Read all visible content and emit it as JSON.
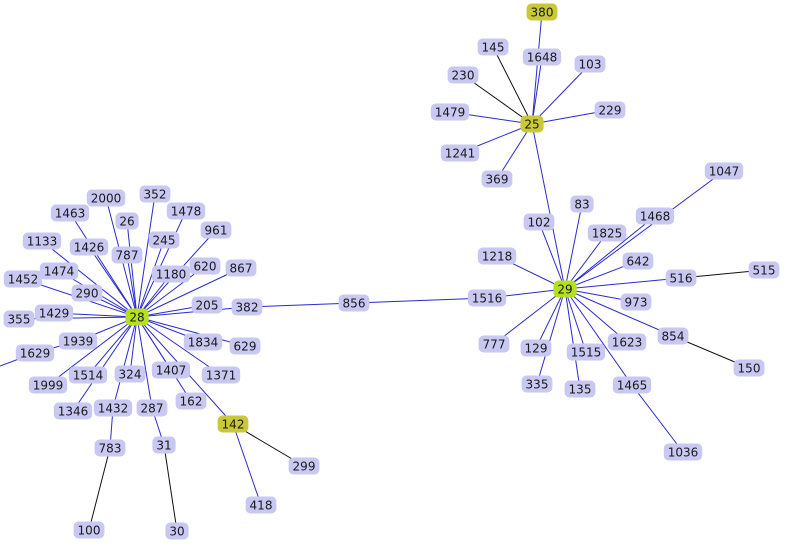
{
  "colors": {
    "background": "#ffffff",
    "node_fill": "#c8c8f2",
    "hub_fill": "#c8c83a",
    "hub_center_fill": "#b4e01e",
    "edge_blue": "#2a2ad0",
    "edge_black": "#111111"
  },
  "nodes": [
    {
      "id": "380",
      "label": "380",
      "kind": "hub"
    },
    {
      "id": "145",
      "label": "145"
    },
    {
      "id": "1648",
      "label": "1648"
    },
    {
      "id": "103",
      "label": "103"
    },
    {
      "id": "230",
      "label": "230"
    },
    {
      "id": "1479",
      "label": "1479"
    },
    {
      "id": "25",
      "label": "25",
      "kind": "hub"
    },
    {
      "id": "229",
      "label": "229"
    },
    {
      "id": "1241",
      "label": "1241"
    },
    {
      "id": "369",
      "label": "369"
    },
    {
      "id": "1047",
      "label": "1047"
    },
    {
      "id": "102",
      "label": "102"
    },
    {
      "id": "83",
      "label": "83"
    },
    {
      "id": "1468",
      "label": "1468"
    },
    {
      "id": "1825",
      "label": "1825"
    },
    {
      "id": "1218",
      "label": "1218"
    },
    {
      "id": "642",
      "label": "642"
    },
    {
      "id": "29",
      "label": "29",
      "kind": "center"
    },
    {
      "id": "516",
      "label": "516"
    },
    {
      "id": "515",
      "label": "515"
    },
    {
      "id": "1516",
      "label": "1516"
    },
    {
      "id": "973",
      "label": "973"
    },
    {
      "id": "856",
      "label": "856"
    },
    {
      "id": "777",
      "label": "777"
    },
    {
      "id": "129",
      "label": "129"
    },
    {
      "id": "1515",
      "label": "1515"
    },
    {
      "id": "1623",
      "label": "1623"
    },
    {
      "id": "854",
      "label": "854"
    },
    {
      "id": "150",
      "label": "150"
    },
    {
      "id": "335",
      "label": "335"
    },
    {
      "id": "135",
      "label": "135"
    },
    {
      "id": "1465",
      "label": "1465"
    },
    {
      "id": "1036",
      "label": "1036"
    },
    {
      "id": "2000",
      "label": "2000"
    },
    {
      "id": "352",
      "label": "352"
    },
    {
      "id": "1463",
      "label": "1463"
    },
    {
      "id": "26",
      "label": "26"
    },
    {
      "id": "1478",
      "label": "1478"
    },
    {
      "id": "1133",
      "label": "1133"
    },
    {
      "id": "1426",
      "label": "1426"
    },
    {
      "id": "787",
      "label": "787"
    },
    {
      "id": "245",
      "label": "245"
    },
    {
      "id": "961",
      "label": "961"
    },
    {
      "id": "1474",
      "label": "1474"
    },
    {
      "id": "1180",
      "label": "1180"
    },
    {
      "id": "620",
      "label": "620"
    },
    {
      "id": "867",
      "label": "867"
    },
    {
      "id": "1452",
      "label": "1452"
    },
    {
      "id": "290",
      "label": "290"
    },
    {
      "id": "205",
      "label": "205"
    },
    {
      "id": "382",
      "label": "382"
    },
    {
      "id": "355",
      "label": "355"
    },
    {
      "id": "1429",
      "label": "1429"
    },
    {
      "id": "28",
      "label": "28",
      "kind": "center"
    },
    {
      "id": "1834",
      "label": "1834"
    },
    {
      "id": "629",
      "label": "629"
    },
    {
      "id": "1629",
      "label": "1629"
    },
    {
      "id": "1939",
      "label": "1939"
    },
    {
      "id": "1999",
      "label": "1999"
    },
    {
      "id": "1514",
      "label": "1514"
    },
    {
      "id": "324",
      "label": "324"
    },
    {
      "id": "1407",
      "label": "1407"
    },
    {
      "id": "1371",
      "label": "1371"
    },
    {
      "id": "1346",
      "label": "1346"
    },
    {
      "id": "1432",
      "label": "1432"
    },
    {
      "id": "287",
      "label": "287"
    },
    {
      "id": "162",
      "label": "162"
    },
    {
      "id": "142",
      "label": "142",
      "kind": "hub"
    },
    {
      "id": "783",
      "label": "783"
    },
    {
      "id": "31",
      "label": "31"
    },
    {
      "id": "299",
      "label": "299"
    },
    {
      "id": "418",
      "label": "418"
    },
    {
      "id": "100",
      "label": "100"
    },
    {
      "id": "30",
      "label": "30"
    }
  ],
  "edges": [
    {
      "from": "25",
      "to": "380",
      "style": "blue"
    },
    {
      "from": "25",
      "to": "145",
      "style": "black"
    },
    {
      "from": "25",
      "to": "1648",
      "style": "blue"
    },
    {
      "from": "25",
      "to": "103",
      "style": "blue"
    },
    {
      "from": "25",
      "to": "230",
      "style": "black"
    },
    {
      "from": "25",
      "to": "1479",
      "style": "blue"
    },
    {
      "from": "25",
      "to": "229",
      "style": "blue"
    },
    {
      "from": "25",
      "to": "1241",
      "style": "blue"
    },
    {
      "from": "25",
      "to": "369",
      "style": "blue"
    },
    {
      "from": "25",
      "to": "29",
      "style": "blue"
    },
    {
      "from": "29",
      "to": "1047",
      "style": "blue"
    },
    {
      "from": "29",
      "to": "102",
      "style": "blue"
    },
    {
      "from": "29",
      "to": "83",
      "style": "blue"
    },
    {
      "from": "29",
      "to": "1468",
      "style": "blue"
    },
    {
      "from": "29",
      "to": "1825",
      "style": "blue"
    },
    {
      "from": "29",
      "to": "1218",
      "style": "blue"
    },
    {
      "from": "29",
      "to": "642",
      "style": "blue"
    },
    {
      "from": "29",
      "to": "516",
      "style": "blue"
    },
    {
      "from": "516",
      "to": "515",
      "style": "black"
    },
    {
      "from": "29",
      "to": "973",
      "style": "blue"
    },
    {
      "from": "29",
      "to": "1516",
      "style": "blue"
    },
    {
      "from": "1516",
      "to": "856",
      "style": "blue"
    },
    {
      "from": "856",
      "to": "382",
      "style": "blue"
    },
    {
      "from": "29",
      "to": "777",
      "style": "blue"
    },
    {
      "from": "29",
      "to": "129",
      "style": "blue"
    },
    {
      "from": "29",
      "to": "1515",
      "style": "blue"
    },
    {
      "from": "29",
      "to": "1623",
      "style": "blue"
    },
    {
      "from": "29",
      "to": "854",
      "style": "blue"
    },
    {
      "from": "854",
      "to": "150",
      "style": "black"
    },
    {
      "from": "29",
      "to": "335",
      "style": "blue"
    },
    {
      "from": "29",
      "to": "135",
      "style": "blue"
    },
    {
      "from": "29",
      "to": "1465",
      "style": "blue"
    },
    {
      "from": "1465",
      "to": "1036",
      "style": "blue"
    },
    {
      "from": "28",
      "to": "2000",
      "style": "blue"
    },
    {
      "from": "28",
      "to": "352",
      "style": "blue"
    },
    {
      "from": "28",
      "to": "1463",
      "style": "blue"
    },
    {
      "from": "28",
      "to": "26",
      "style": "blue"
    },
    {
      "from": "28",
      "to": "1478",
      "style": "blue"
    },
    {
      "from": "28",
      "to": "1133",
      "style": "blue"
    },
    {
      "from": "28",
      "to": "1426",
      "style": "blue"
    },
    {
      "from": "28",
      "to": "787",
      "style": "blue"
    },
    {
      "from": "28",
      "to": "245",
      "style": "blue"
    },
    {
      "from": "28",
      "to": "961",
      "style": "blue"
    },
    {
      "from": "28",
      "to": "1474",
      "style": "blue"
    },
    {
      "from": "28",
      "to": "1180",
      "style": "blue"
    },
    {
      "from": "28",
      "to": "620",
      "style": "blue"
    },
    {
      "from": "28",
      "to": "867",
      "style": "blue"
    },
    {
      "from": "28",
      "to": "1452",
      "style": "blue"
    },
    {
      "from": "28",
      "to": "290",
      "style": "blue"
    },
    {
      "from": "28",
      "to": "205",
      "style": "blue"
    },
    {
      "from": "28",
      "to": "382",
      "style": "blue"
    },
    {
      "from": "28",
      "to": "355",
      "style": "blue"
    },
    {
      "from": "28",
      "to": "1429",
      "style": "blue"
    },
    {
      "from": "28",
      "to": "1834",
      "style": "blue"
    },
    {
      "from": "28",
      "to": "629",
      "style": "blue"
    },
    {
      "from": "28",
      "to": "1939",
      "style": "blue"
    },
    {
      "from": "1939",
      "to": "1629",
      "style": "blue"
    },
    {
      "from": "28",
      "to": "1999",
      "style": "blue"
    },
    {
      "from": "28",
      "to": "1514",
      "style": "blue"
    },
    {
      "from": "28",
      "to": "324",
      "style": "blue"
    },
    {
      "from": "28",
      "to": "1407",
      "style": "blue"
    },
    {
      "from": "28",
      "to": "1371",
      "style": "blue"
    },
    {
      "from": "28",
      "to": "1346",
      "style": "blue"
    },
    {
      "from": "28",
      "to": "1432",
      "style": "blue"
    },
    {
      "from": "28",
      "to": "287",
      "style": "blue"
    },
    {
      "from": "28",
      "to": "162",
      "style": "blue"
    },
    {
      "from": "28",
      "to": "142",
      "style": "blue"
    },
    {
      "from": "142",
      "to": "299",
      "style": "black"
    },
    {
      "from": "142",
      "to": "418",
      "style": "blue"
    },
    {
      "from": "1432",
      "to": "783",
      "style": "blue"
    },
    {
      "from": "783",
      "to": "100",
      "style": "black"
    },
    {
      "from": "287",
      "to": "31",
      "style": "blue"
    },
    {
      "from": "31",
      "to": "30",
      "style": "black"
    }
  ]
}
